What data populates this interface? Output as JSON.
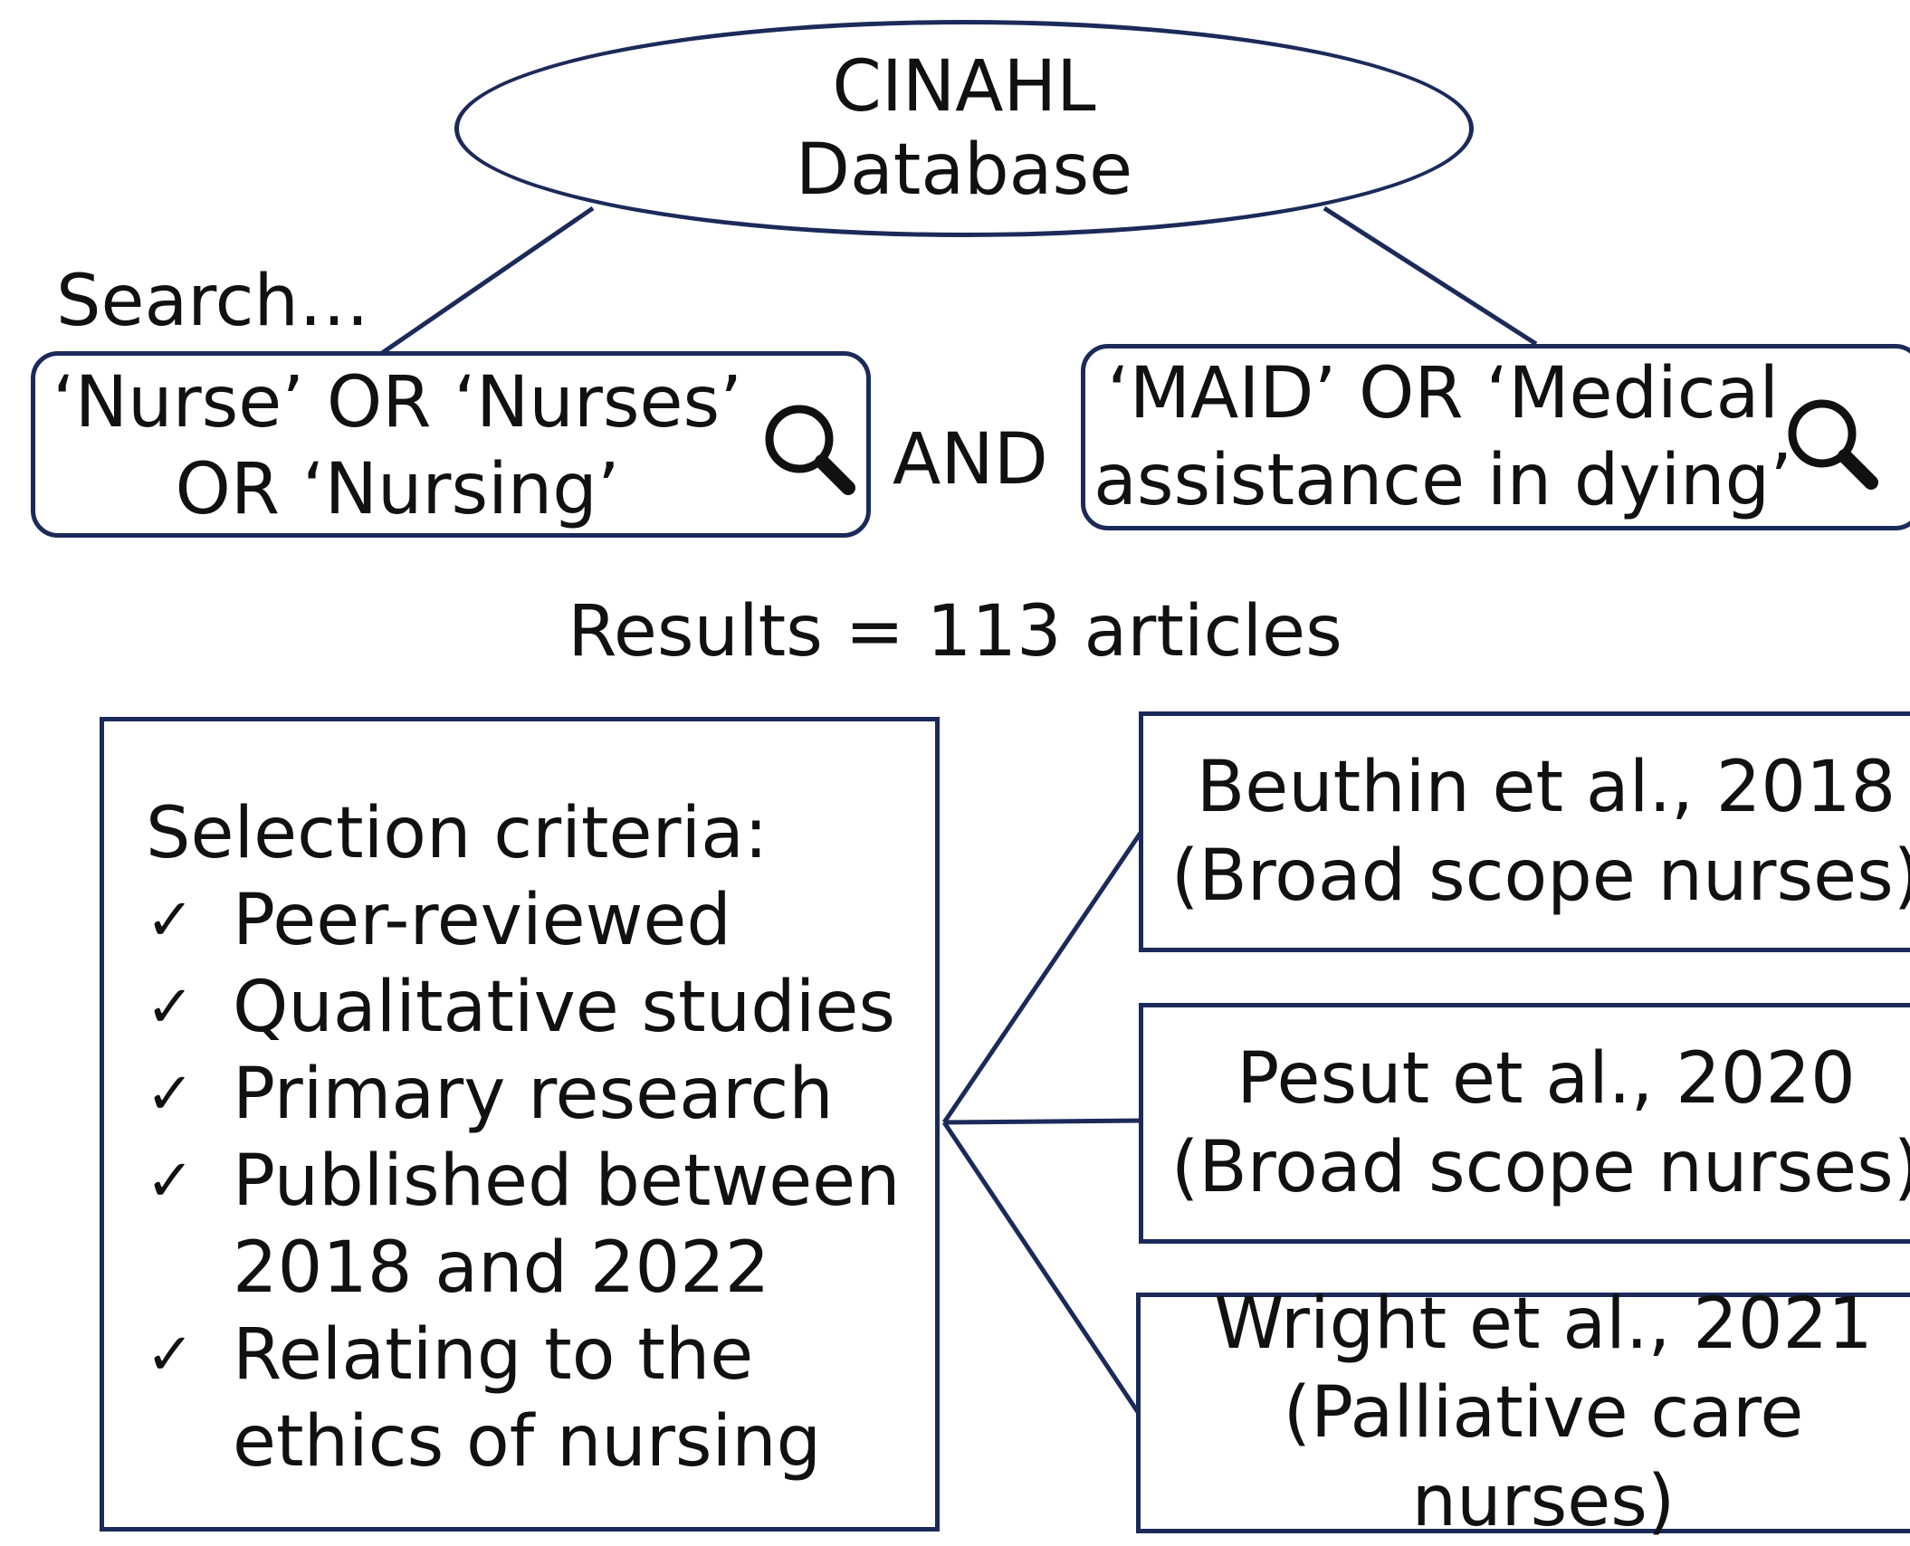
{
  "database": {
    "line1": "CINAHL",
    "line2": "Database"
  },
  "search_label": "Search…",
  "query_left": {
    "line1": "‘Nurse’ OR ‘Nurses’",
    "line2": "OR ‘Nursing’"
  },
  "operator": "AND",
  "query_right": {
    "line1": "‘MAID’ OR ‘Medical",
    "line2": "assistance in dying’"
  },
  "results": "Results = 113 articles",
  "criteria": {
    "heading": "Selection criteria:",
    "items": [
      "Peer-reviewed",
      "Qualitative studies",
      "Primary research",
      "Published between 2018 and 2022",
      "Relating to the ethics of nursing"
    ]
  },
  "selected_studies": [
    {
      "citation": "Beuthin et al., 2018",
      "scope": "(Broad scope nurses)"
    },
    {
      "citation": "Pesut et al., 2020",
      "scope": "(Broad scope nurses)"
    },
    {
      "citation": "Wright et al., 2021",
      "scope": "(Palliative care nurses)"
    }
  ],
  "icons": {
    "search": "search-icon",
    "check": "check-icon"
  },
  "colors": {
    "line": "#1c2a5a",
    "text": "#111111"
  }
}
